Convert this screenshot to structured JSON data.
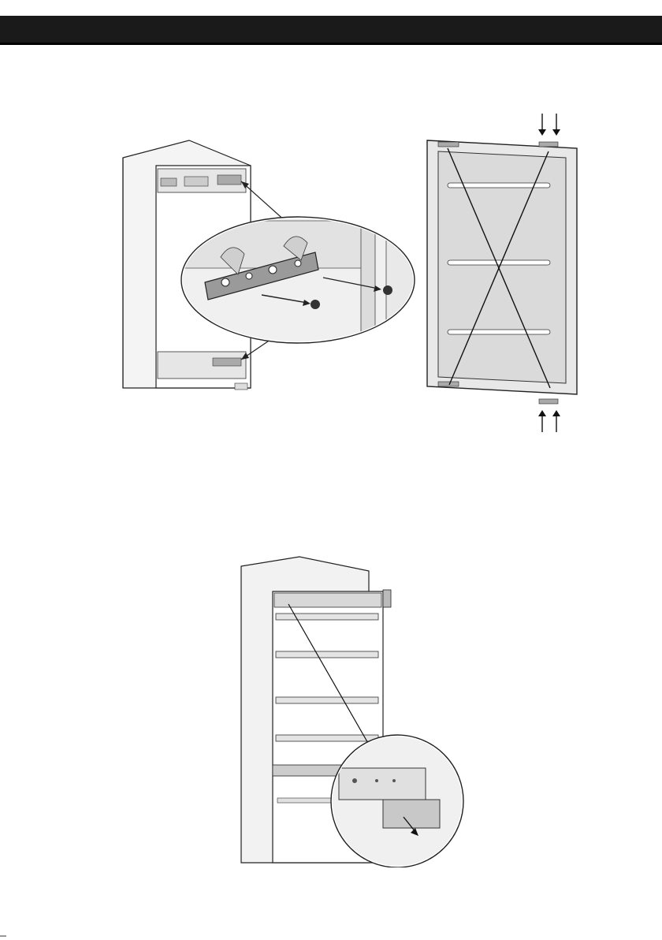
{
  "page": {
    "header": {
      "text": ""
    },
    "figures": [
      {
        "id": "hinge-removal",
        "icon": "hinge-removal-illustration"
      },
      {
        "id": "door-reversal",
        "icon": "door-reversal-illustration"
      },
      {
        "id": "cover-removal",
        "icon": "cover-removal-illustration"
      }
    ]
  },
  "colors": {
    "header": "#1a1a1a",
    "line": "#222222",
    "panel": "#eeeeee",
    "shade": "#cfcfcf"
  }
}
